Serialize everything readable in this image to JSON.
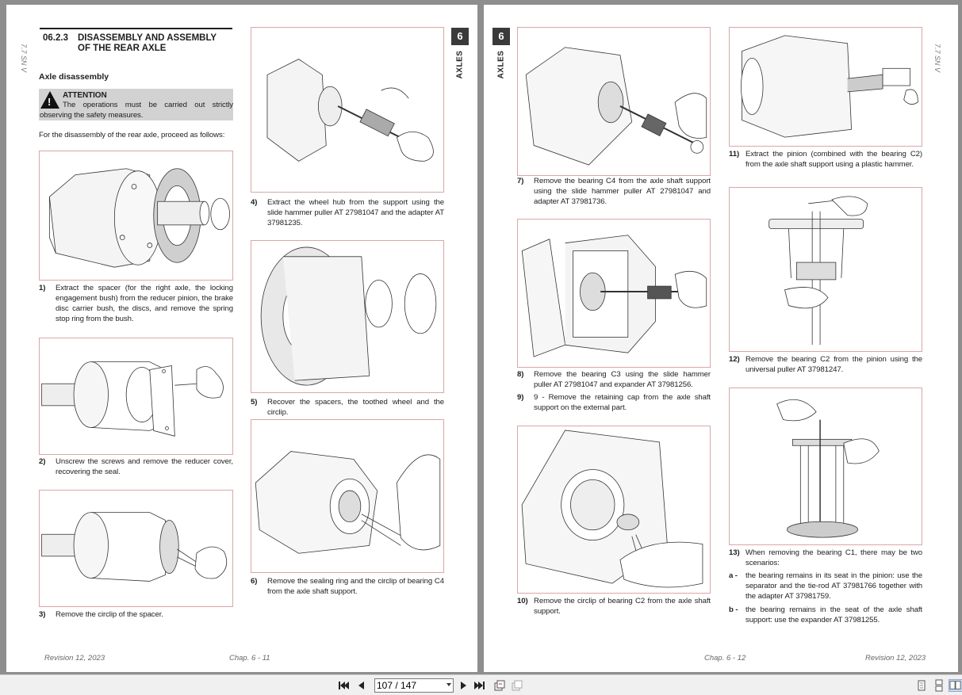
{
  "left_page": {
    "side_code": "7.7 SN V",
    "chapter_number": "6",
    "chapter_label": "AXLES",
    "section_number": "06.2.3",
    "section_title": "DISASSEMBLY AND ASSEMBLY OF THE REAR AXLE",
    "subheading": "Axle disassembly",
    "attention_title": "ATTENTION",
    "attention_text": "The operations must be carried out strictly observing the safety measures.",
    "intro": "For the disassembly of the rear axle, proceed as follows:",
    "steps": [
      {
        "num": "1)",
        "text": "Extract the spacer (for the right axle, the locking engagement bush) from the reducer pinion, the brake disc carrier bush, the discs, and remove the spring stop ring from the bush."
      },
      {
        "num": "2)",
        "text": "Unscrew the screws and remove the reducer cover, recovering the seal."
      },
      {
        "num": "3)",
        "text": "Remove the circlip of the spacer."
      },
      {
        "num": "4)",
        "text": "Extract the wheel hub from the support using the slide hammer puller AT 27981047 and the adapter AT 37981235."
      },
      {
        "num": "5)",
        "text": "Recover the spacers, the toothed wheel and the circlip."
      },
      {
        "num": "6)",
        "text": "Remove the sealing ring and the circlip of bearing C4 from the axle shaft support."
      }
    ],
    "footer_revision": "Revision 12, 2023",
    "footer_chap": "Chap. 6 - 11"
  },
  "right_page": {
    "side_code": "7.7 SN V",
    "chapter_number": "6",
    "chapter_label": "AXLES",
    "steps": [
      {
        "num": "7)",
        "text": "Remove the bearing C4 from the axle shaft support using the slide hammer puller AT 27981047 and adapter AT 37981736."
      },
      {
        "num": "8)",
        "text": "Remove the bearing C3 using the slide hammer puller AT 27981047 and expander AT 37981256."
      },
      {
        "num": "9)",
        "text": "9 - Remove the retaining cap from the axle shaft support on the external part."
      },
      {
        "num": "10)",
        "text": "Remove the circlip of bearing C2 from the axle shaft support."
      },
      {
        "num": "11)",
        "text": "Extract the pinion (combined with the bearing C2) from the axle shaft support using a plastic hammer."
      },
      {
        "num": "12)",
        "text": "Remove the bearing C2 from the pinion using the universal puller AT 37981247."
      },
      {
        "num": "13)",
        "text": "When removing the bearing C1, there may be two scenarios:"
      },
      {
        "num": "a -",
        "text": "the bearing remains in its seat in the pinion: use the separator and the tie-rod AT 37981766 together with the adapter AT 37981759."
      },
      {
        "num": "b -",
        "text": "the bearing remains in the seat of the axle shaft support: use the expander AT 37981255."
      }
    ],
    "footer_chap": "Chap. 6 - 12",
    "footer_revision": "Revision 12, 2023"
  },
  "toolbar": {
    "page_value": "107 / 147",
    "icons": [
      "first-page-icon",
      "prev-page-icon",
      "next-page-icon",
      "last-page-icon",
      "fit-page-icon",
      "fit-width-icon",
      "single-page-view-icon",
      "continuous-view-icon",
      "two-page-view-icon"
    ]
  },
  "colors": {
    "figure_border": "#d9a7a7",
    "attention_bg": "#d2d2d2",
    "chapter_tab": "#3a3a3a",
    "viewer_bg": "#8e8e8e"
  }
}
